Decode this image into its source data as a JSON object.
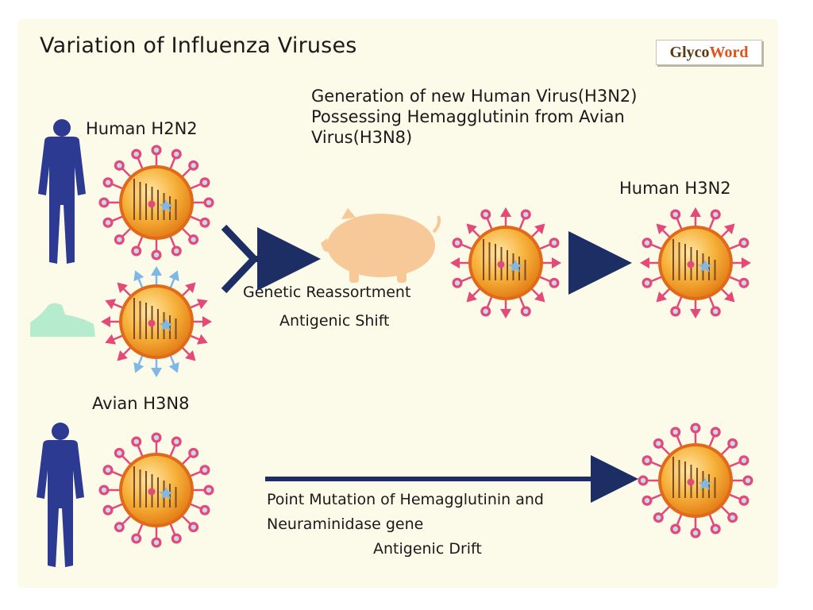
{
  "title": "Variation of Influenza Viruses",
  "logo": {
    "part1": "Glyco",
    "part2": "Word"
  },
  "subtitle_lines": [
    "Generation of new Human Virus(H3N2)",
    "Possessing Hemagglutinin from Avian",
    "Virus(H3N8)"
  ],
  "labels": {
    "human_h2n2": "Human H2N2",
    "avian_h3n8": "Avian H3N8",
    "human_h3n2": "Human H3N2"
  },
  "shift": {
    "line1": "Genetic Reassortment",
    "line2": "Antigenic Shift"
  },
  "drift": {
    "line1": "Point Mutation of Hemagglutinin and",
    "line2": "Neuraminidase gene",
    "line3": "Antigenic Drift"
  },
  "icons": [
    "human-figure-icon",
    "bird-icon",
    "pig-icon",
    "virus-icon",
    "arrow-icon"
  ],
  "colors": {
    "background": "#fcfae8",
    "human": "#2c3a92",
    "virus_core": "#f4a82a",
    "virus_ring": "#e06a1a",
    "spike_pink": "#e34a78",
    "spike_blue": "#7fb7e6",
    "arrow": "#1c2e63",
    "pig": "#f7c898",
    "bird": "#b5eccd"
  }
}
